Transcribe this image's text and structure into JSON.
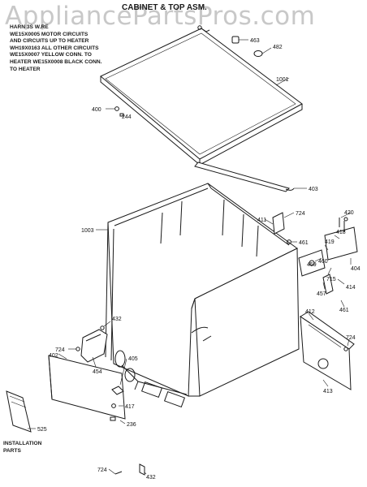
{
  "watermark": "AppliancePartsPros.com",
  "title": "CABINET & TOP ASM.",
  "harness_note": {
    "heading": "HARN 3S W.RE",
    "lines": [
      "WE15X0005 MOTOR CIRCUITS",
      "AND CIRCUITS UP TO HEATER",
      "WH19X0163 ALL OTHER CIRCUITS",
      "WE15X0007 YELLOW CONN. TO",
      "HEATER WE15X0008 BLACK CONN.",
      "TO HEATER"
    ]
  },
  "installation_parts": [
    "INSTALLATION",
    "PARTS"
  ],
  "callouts": {
    "c463": "463",
    "c482": "482",
    "c1001": "1001",
    "c400": "400",
    "c244": "244",
    "c403": "403",
    "c1003": "1003",
    "c411": "411",
    "c724a": "724",
    "c461a": "461",
    "c420": "420",
    "c418": "418",
    "c419": "419",
    "c459": "459",
    "c460": "460",
    "c404": "404",
    "c715": "715",
    "c457": "457",
    "c414": "414",
    "c461b": "461",
    "c412": "412",
    "c724b": "724",
    "c432a": "432",
    "c724c": "724",
    "c454": "454",
    "c402": "402",
    "c405": "405",
    "c417": "417",
    "c236": "236",
    "c525": "525",
    "c413": "413",
    "c724d": "724",
    "c432b": "432"
  }
}
